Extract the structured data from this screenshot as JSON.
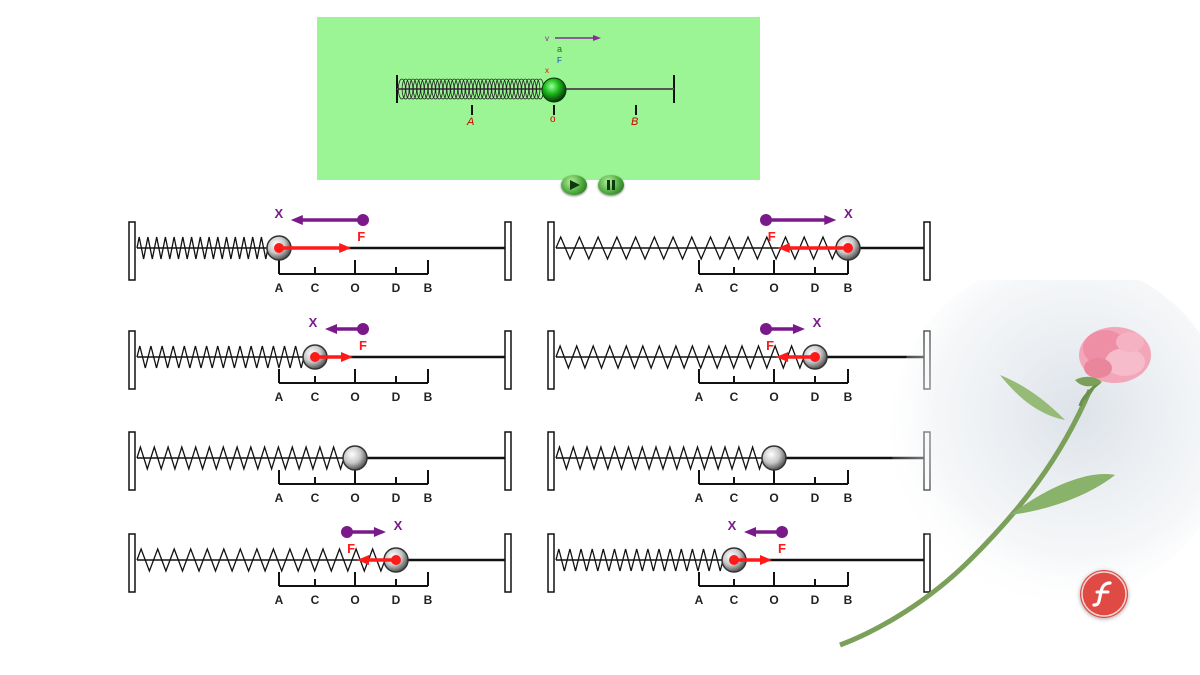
{
  "animation": {
    "labels": {
      "v": "v",
      "a": "a",
      "F": "F",
      "x": "x",
      "A": "A",
      "o": "o",
      "B": "B"
    },
    "buttons": {
      "play": "play",
      "pause": "pause"
    }
  },
  "labels": {
    "x": "X",
    "F": "F",
    "ticks": [
      "A",
      "C",
      "O",
      "D",
      "B"
    ]
  },
  "diagrams": [
    {
      "id": "left-1",
      "position": "A",
      "x_direction": "left",
      "f_direction": "right"
    },
    {
      "id": "right-1",
      "position": "B",
      "x_direction": "right",
      "f_direction": "left"
    },
    {
      "id": "left-2",
      "position": "C",
      "x_direction": "left",
      "f_direction": "right"
    },
    {
      "id": "right-2",
      "position": "D",
      "x_direction": "right",
      "f_direction": "left"
    },
    {
      "id": "left-3",
      "position": "O",
      "x_direction": "none",
      "f_direction": "none"
    },
    {
      "id": "right-3",
      "position": "O",
      "x_direction": "none",
      "f_direction": "none"
    },
    {
      "id": "left-4",
      "position": "D",
      "x_direction": "right",
      "f_direction": "left"
    },
    {
      "id": "right-4",
      "position": "C",
      "x_direction": "left",
      "f_direction": "right"
    }
  ],
  "colors": {
    "panel_bg": "#9cf594",
    "x_arrow": "#7a1a8a",
    "f_arrow": "#ff1a1a",
    "tick_label": "#cc0000",
    "velocity": "#8a2a9a",
    "flash_badge": "#e04a45"
  },
  "icons": {
    "play": "play-icon",
    "pause": "pause-icon",
    "flash": "flash-player-icon",
    "flower": "rose-illustration"
  }
}
